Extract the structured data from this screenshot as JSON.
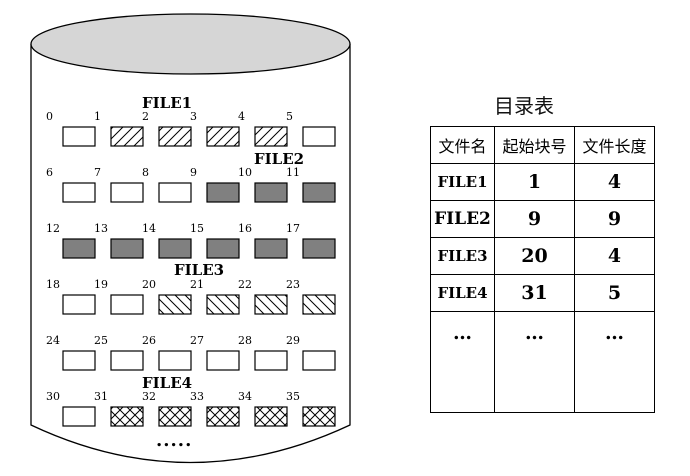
{
  "disk": {
    "file_labels": [
      "FILE1",
      "FILE2",
      "FILE3",
      "FILE4"
    ],
    "block_numbers": [
      [
        "0",
        "1",
        "2",
        "3",
        "4",
        "5"
      ],
      [
        "6",
        "7",
        "8",
        "9",
        "10",
        "11"
      ],
      [
        "12",
        "13",
        "14",
        "15",
        "16",
        "17"
      ],
      [
        "18",
        "19",
        "20",
        "21",
        "22",
        "23"
      ],
      [
        "24",
        "25",
        "26",
        "27",
        "28",
        "29"
      ],
      [
        "30",
        "31",
        "32",
        "33",
        "34",
        "35"
      ]
    ],
    "ellipsis": "....."
  },
  "directory": {
    "title": "目录表",
    "headers": [
      "文件名",
      "起始块号",
      "文件长度"
    ],
    "rows": [
      {
        "name": "FILE1",
        "start": "1",
        "length": "4"
      },
      {
        "name": "FILE2",
        "start": "9",
        "length": "9"
      },
      {
        "name": "FILE3",
        "start": "20",
        "length": "4"
      },
      {
        "name": "FILE4",
        "start": "31",
        "length": "5"
      }
    ],
    "ellipsis": [
      "…",
      "…",
      "…"
    ]
  },
  "colors": {
    "cylinder_top": "#d6d6d6",
    "file2_fill": "#808080",
    "stroke": "#000000"
  }
}
